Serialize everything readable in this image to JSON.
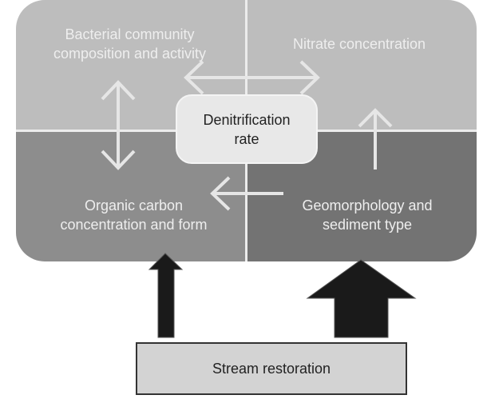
{
  "diagram": {
    "title": "",
    "nodes": {
      "bacterial": "Bacterial community\ncomposition and activity",
      "bacterial_line1": "Bacterial community",
      "bacterial_line2": "composition and activity",
      "nitrate": "Nitrate concentration",
      "organic_line1": "Organic carbon",
      "organic_line2": "concentration and form",
      "geomorph_line1": "Geomorphology and",
      "geomorph_line2": "sediment type",
      "center_line1": "Denitrification",
      "center_line2": "rate",
      "restoration": "Stream restoration"
    },
    "edges": [
      {
        "from": "Bacterial community composition and activity",
        "to": "Nitrate concentration",
        "direction": "bidirectional"
      },
      {
        "from": "Bacterial community composition and activity",
        "to": "Organic carbon concentration and form",
        "direction": "bidirectional"
      },
      {
        "from": "Geomorphology and sediment type",
        "to": "Organic carbon concentration and form",
        "direction": "one-way"
      },
      {
        "from": "Geomorphology and sediment type",
        "to": "Nitrate concentration",
        "direction": "one-way"
      },
      {
        "from": "Stream restoration",
        "to": "Organic carbon concentration and form",
        "direction": "one-way",
        "weight": "small"
      },
      {
        "from": "Stream restoration",
        "to": "Geomorphology and sediment type",
        "direction": "one-way",
        "weight": "large"
      }
    ],
    "colors": {
      "top_quadrants": "#bdbdbd",
      "bottom_left_quadrant": "#8d8d8d",
      "bottom_right_quadrant": "#737373",
      "center_box": "#e8e8e8",
      "restoration_box": "#d3d3d3",
      "light_arrows": "#e6e6e6",
      "dark_arrows": "#1a1a1a"
    }
  }
}
